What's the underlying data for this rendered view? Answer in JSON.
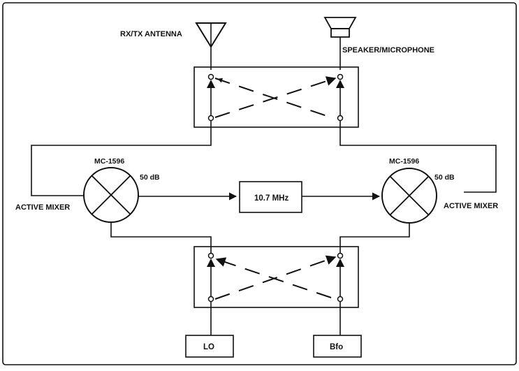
{
  "labels": {
    "antenna": "RX/TX ANTENNA",
    "speaker": "SPEAKER/MICROPHONE",
    "mixer_left_part": "MC-1596",
    "mixer_left_gain": "50 dB",
    "mixer_left_name": "ACTIVE MIXER",
    "mixer_right_part": "MC-1596",
    "mixer_right_gain": "50 dB",
    "mixer_right_name": "ACTIVE MIXER",
    "if_filter": "10.7 MHz",
    "lo": "LO",
    "bfo": "Bfo"
  },
  "colors": {
    "ink": "#111111",
    "background": "#ffffff"
  }
}
